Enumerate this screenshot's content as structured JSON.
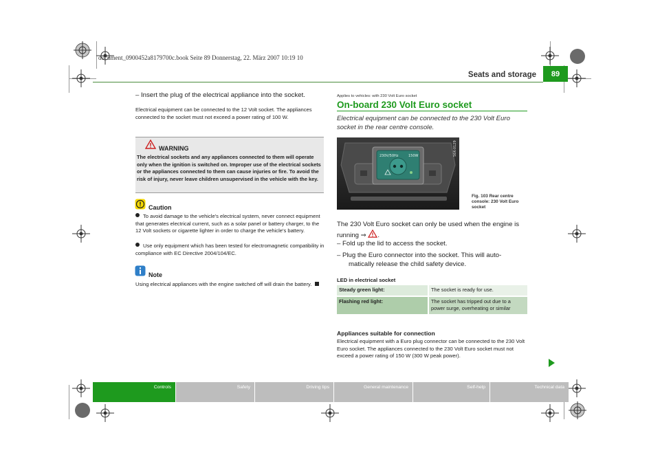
{
  "print_header": "document_0900452a8179700c.book  Seite 89  Donnerstag, 22. März 2007  10:19 10",
  "header": {
    "section_title": "Seats and storage",
    "page_number": "89"
  },
  "left": {
    "step_insert": "– Insert the plug of the electrical appliance into the socket.",
    "intro": "Electrical equipment can be connected to the 12 Volt socket. The appliances connected to the socket must not exceed a power rating of 100 W.",
    "warning": {
      "title": "WARNING",
      "text": "The electrical sockets and any appliances connected to them will operate only when the ignition is switched on. Improper use of the electrical sockets or the appliances connected to them can cause injuries or fire. To avoid the risk of injury, never leave children unsupervised in the vehicle with the key."
    },
    "caution": {
      "title": "Caution",
      "items": [
        "To avoid damage to the vehicle's electrical system, never connect equipment that generates electrical current, such as a solar panel or battery charger, to the 12 Volt sockets or cigarette lighter in order to charge the vehicle's battery.",
        "Use only equipment which has been tested for electromagnetic compatibility in compliance with EC Directive 2004/104/EC."
      ]
    },
    "note": {
      "title": "Note",
      "text": "Using electrical appliances with the engine switched off will drain the battery."
    }
  },
  "right": {
    "applies_to": "Applies to vehicles: with 230 Volt Euro socket",
    "title": "On-board 230 Volt Euro socket",
    "lead": "Electrical equipment can be connected to the 230 Volt Euro socket in the rear centre console.",
    "figure": {
      "code": "S6K-0129",
      "socket_label": "230V/50Hz",
      "watt_label": "150W",
      "caption": "Fig. 103  Rear centre console: 230 Volt Euro socket"
    },
    "body": "The 230 Volt Euro socket can only be used when the engine is running ⇒",
    "steps": [
      "– Fold up the lid to access the socket.",
      "– Plug the Euro connector into the socket. This will auto-",
      "matically release the child safety device."
    ],
    "led_title": "LED in electrical socket",
    "led_table": [
      {
        "state": "Steady green light:",
        "meaning": "The socket is ready for use."
      },
      {
        "state": "Flashing red light:",
        "meaning": "The socket has tripped out due to a power surge, overheating or similar"
      }
    ],
    "appliances_title": "Appliances suitable for connection",
    "appliances_text": "Electrical equipment with a Euro plug connector can be connected to the 230 Volt Euro socket. The appliances connected to the 230 Volt Euro socket must not exceed a power rating of 150 W (300 W peak power)."
  },
  "footer_tabs": [
    {
      "label": "Controls",
      "active": true
    },
    {
      "label": "Safety",
      "active": false
    },
    {
      "label": "Driving tips",
      "active": false
    },
    {
      "label": "General maintenance",
      "active": false
    },
    {
      "label": "Self-help",
      "active": false
    },
    {
      "label": "Technical data",
      "active": false
    }
  ],
  "colors": {
    "accent": "#1e9a1e",
    "tab_inactive": "#bdbdbd",
    "warning_red": "#cc1f1f",
    "caution_yellow": "#f5d800",
    "note_blue": "#2f7fc8"
  },
  "icons": [
    "registration-mark",
    "warning-triangle-icon",
    "caution-icon",
    "note-icon",
    "end-square-icon",
    "next-page-arrow-icon"
  ]
}
